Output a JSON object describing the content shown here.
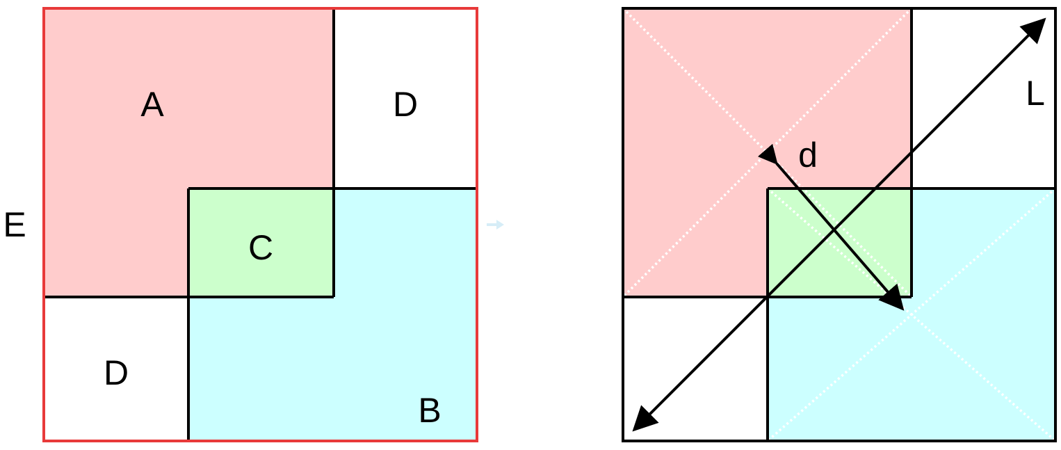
{
  "left_diagram": {
    "labels": {
      "a": "A",
      "b": "B",
      "c": "C",
      "d_top": "D",
      "d_bottom": "D",
      "e": "E"
    },
    "colors": {
      "a": "#ffcccc",
      "b": "#ccffff",
      "c": "#ccffcc",
      "d": "#ffffff",
      "outline": "#000000",
      "boundary": "#e83a3a"
    }
  },
  "arrow_icon": {
    "name": "arrow-right-icon",
    "color": "#d6edf7"
  },
  "right_diagram": {
    "labels": {
      "d": "d",
      "l": "L"
    },
    "colors": {
      "a": "#ffcccc",
      "b": "#ccffff",
      "c": "#ccffcc",
      "outline": "#000000",
      "diagonal": "#ffffff"
    }
  }
}
